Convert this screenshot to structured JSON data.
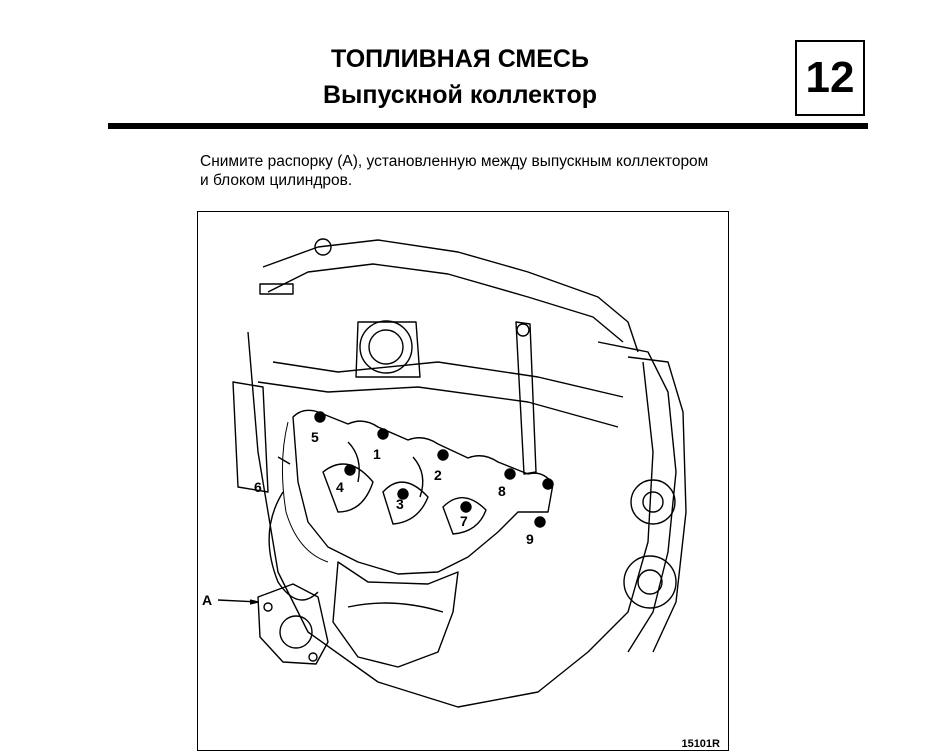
{
  "header": {
    "title": "ТОПЛИВНАЯ СМЕСЬ",
    "subtitle": "Выпускной коллектор",
    "chapter_number": "12"
  },
  "instruction": {
    "line1": "Снимите распорку (А), установленную между выпускным коллектором",
    "line2": "и блоком цилиндров."
  },
  "figure": {
    "code": "15101R",
    "callouts": [
      "5",
      "1",
      "2",
      "4",
      "3",
      "8",
      "7",
      "9",
      "6",
      "A"
    ]
  }
}
